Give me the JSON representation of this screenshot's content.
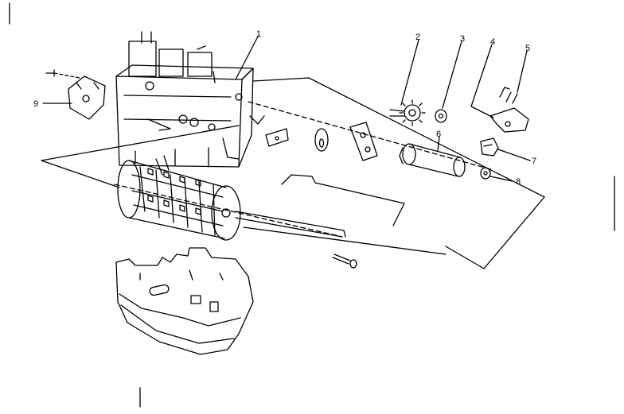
{
  "diagram": {
    "callouts": [
      {
        "id": "callout-1",
        "label": "1"
      },
      {
        "id": "callout-2",
        "label": "2"
      },
      {
        "id": "callout-3",
        "label": "3"
      },
      {
        "id": "callout-4",
        "label": "4"
      },
      {
        "id": "callout-5",
        "label": "5"
      },
      {
        "id": "callout-6",
        "label": "6"
      },
      {
        "id": "callout-7",
        "label": "7"
      },
      {
        "id": "callout-8",
        "label": "8"
      },
      {
        "id": "callout-9",
        "label": "9"
      }
    ],
    "ink_color": "#000000",
    "paper_color": "#ffffff"
  }
}
